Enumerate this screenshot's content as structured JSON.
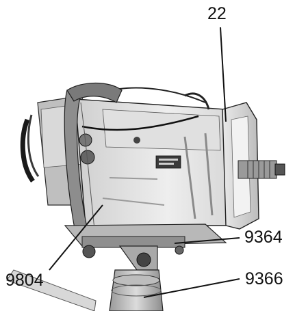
{
  "figure": {
    "description_colors": {
      "ink": "#1a1a1a",
      "metal_light": "#e6e6e6",
      "metal_mid": "#bdbdbd",
      "metal_dark": "#6e6e6e",
      "strap": "#8a8a8a"
    },
    "callouts": [
      {
        "id": "c22",
        "label": "22"
      },
      {
        "id": "c9364",
        "label": "9364"
      },
      {
        "id": "c9804",
        "label": "9804"
      },
      {
        "id": "c9366",
        "label": "9366"
      }
    ]
  }
}
